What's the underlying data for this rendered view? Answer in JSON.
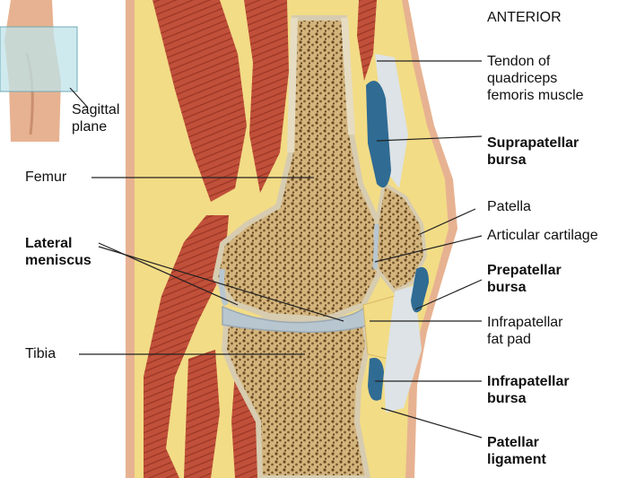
{
  "orientation": "ANTERIOR",
  "labels": {
    "sagittal": "Sagittal\nplane",
    "femur": "Femur",
    "lateral_meniscus": "Lateral\nmeniscus",
    "tibia": "Tibia",
    "tendon": "Tendon of\nquadriceps\nfemoris muscle",
    "suprapatellar": "Suprapatellar\nbursa",
    "patella": "Patella",
    "articular": "Articular cartilage",
    "prepatellar": "Prepatellar\nbursa",
    "fatpad": "Infrapatellar\nfat pad",
    "infrapatellar": "Infrapatellar\nbursa",
    "ligament": "Patellar\nligament"
  },
  "colors": {
    "muscle": "#c0503a",
    "fat": "#f2dc86",
    "bone": "#b89560",
    "cartilage": "#b8c6d0",
    "bursa": "#2f6b93",
    "skin": "#e7b291"
  }
}
